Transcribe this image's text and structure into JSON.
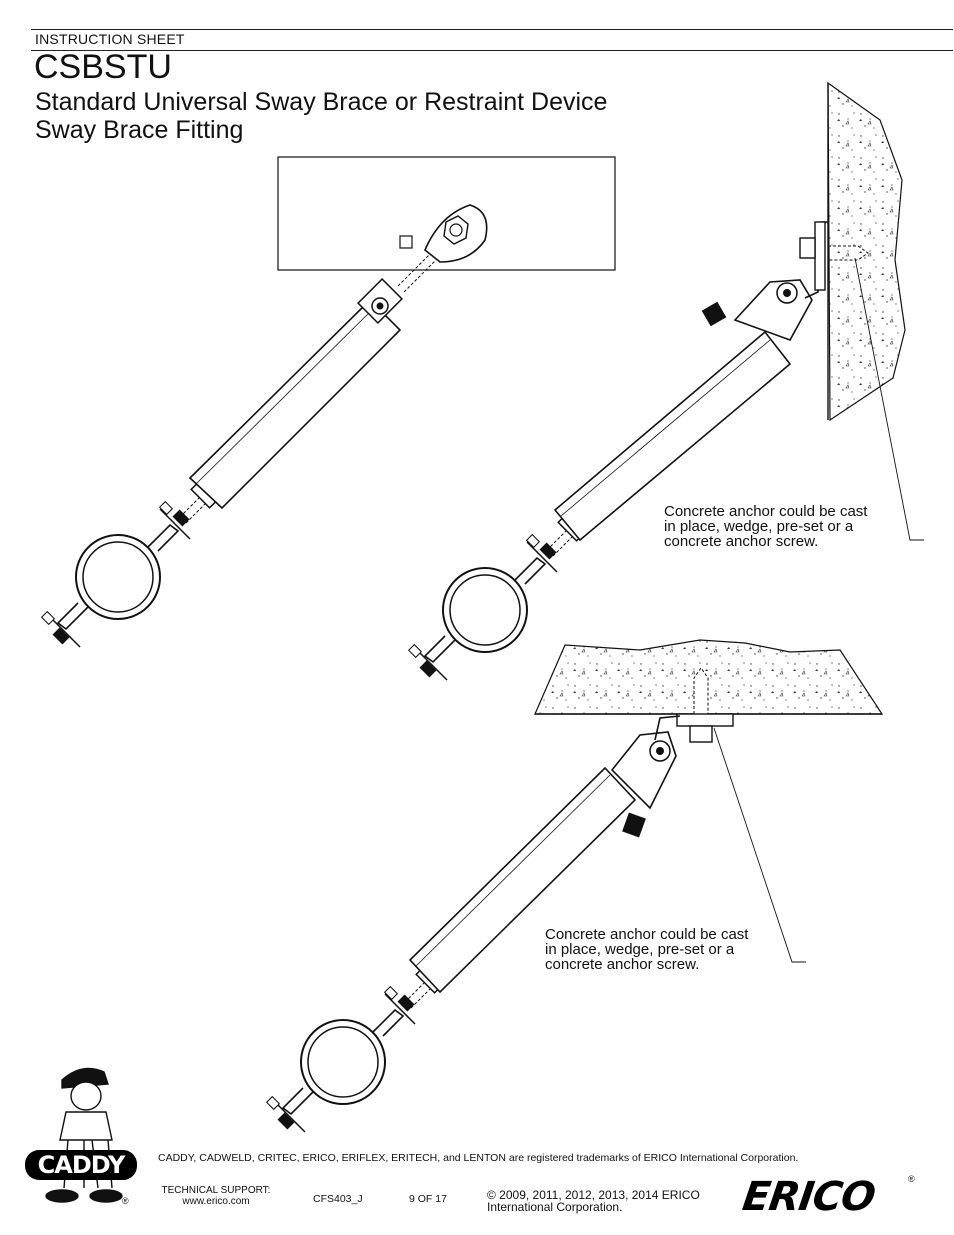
{
  "header": {
    "sheet_label": "INSTRUCTION SHEET",
    "title": "CSBSTU",
    "subtitle_line1": "Standard Universal Sway Brace or Restraint Device",
    "subtitle_line2": "Sway Brace Fitting"
  },
  "notes": {
    "upper": [
      "Concrete anchor could be cast",
      "in place, wedge, pre-set or a",
      "concrete anchor screw."
    ],
    "lower": [
      "Concrete anchor could be cast",
      "in place, wedge, pre-set or a",
      "concrete anchor screw."
    ]
  },
  "footer": {
    "trademarks": "CADDY, CADWELD, CRITEC, ERICO, ERIFLEX, ERITECH, and LENTON are registered trademarks of ERICO International Corporation.",
    "support_label": "TECHNICAL SUPPORT:",
    "support_url": "www.erico.com",
    "doc_code": "CFS403_J",
    "page": "9 OF 17",
    "copyright_line1": "© 2009, 2011, 2012, 2013, 2014 ERICO",
    "copyright_line2": "International Corporation.",
    "brand_erico": "ERICO",
    "brand_caddy": "CADDY",
    "registered": "®"
  }
}
